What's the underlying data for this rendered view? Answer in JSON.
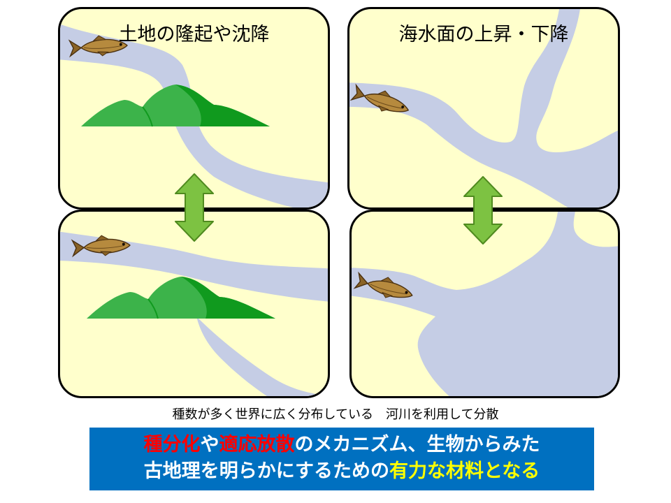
{
  "panels": {
    "top_left_title": "土地の隆起や沈降",
    "top_right_title": "海水面の上昇・下降"
  },
  "caption": "種数が多く世界に広く分布している　河川を利用して分散",
  "banner": {
    "line1": [
      {
        "text": "種分化",
        "color": "red"
      },
      {
        "text": "や",
        "color": "white"
      },
      {
        "text": "適応放散",
        "color": "red"
      },
      {
        "text": "のメカニズム、生物からみた",
        "color": "white"
      }
    ],
    "line2": [
      {
        "text": "古地理を明らかにするための",
        "color": "white"
      },
      {
        "text": "有力な材料となる",
        "color": "yellow"
      }
    ]
  },
  "colors": {
    "land": "#ffffcc",
    "water": "#c5cde5",
    "hill_light": "#3cb34a",
    "hill_dark": "#109a1e",
    "arrow": "#7dc242",
    "banner": "#0070c0",
    "highlight_red": "#ff0000",
    "highlight_yellow": "#ffff00"
  },
  "icons": [
    "fish-icon",
    "double-arrow-icon",
    "mountain-icon"
  ]
}
